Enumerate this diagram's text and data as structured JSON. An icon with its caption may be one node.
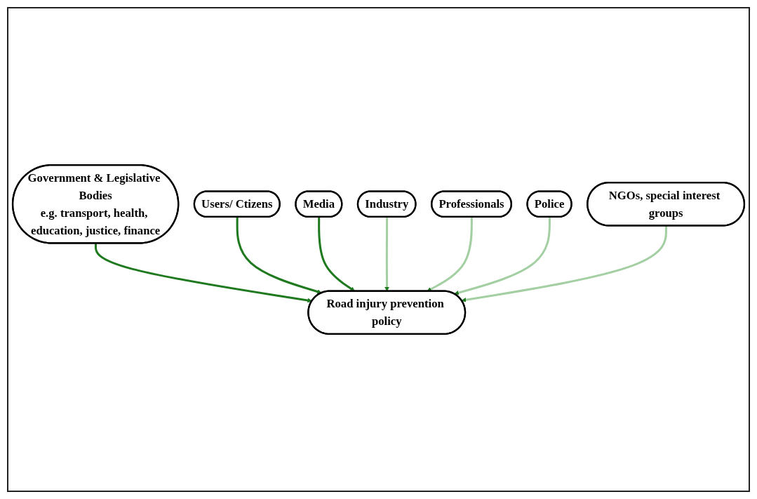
{
  "diagram": {
    "nodes": [
      {
        "text": [
          "Government & Legislative Bodies",
          "e.g. transport, health, education, justice, finance"
        ]
      },
      {
        "text": [
          "Users/ Ctizens"
        ]
      },
      {
        "text": [
          "Media"
        ]
      },
      {
        "text": [
          "Road injury prevention policy"
        ]
      },
      {
        "text": [
          "Industry"
        ]
      },
      {
        "text": [
          "Professionals"
        ]
      },
      {
        "text": [
          "Police"
        ]
      },
      {
        "text": [
          "NGOs, special interest groups"
        ]
      }
    ],
    "edges": [
      {
        "from": 0,
        "to": 3,
        "arrow": "to",
        "color": "#1f7a1f"
      },
      {
        "from": 1,
        "to": 3,
        "arrow": "to",
        "color": "#1f7a1f"
      },
      {
        "from": 2,
        "to": 3,
        "arrow": "to",
        "color": "#1f7a1f"
      },
      {
        "from": 4,
        "to": 3,
        "arrow": "to",
        "color": "#a3cfa3"
      },
      {
        "from": 5,
        "to": 3,
        "arrow": "to",
        "color": "#a3cfa3"
      },
      {
        "from": 6,
        "to": 3,
        "arrow": "to",
        "color": "#a3cfa3"
      },
      {
        "from": 7,
        "to": 3,
        "arrow": "to",
        "color": "#a3cfa3"
      }
    ]
  }
}
